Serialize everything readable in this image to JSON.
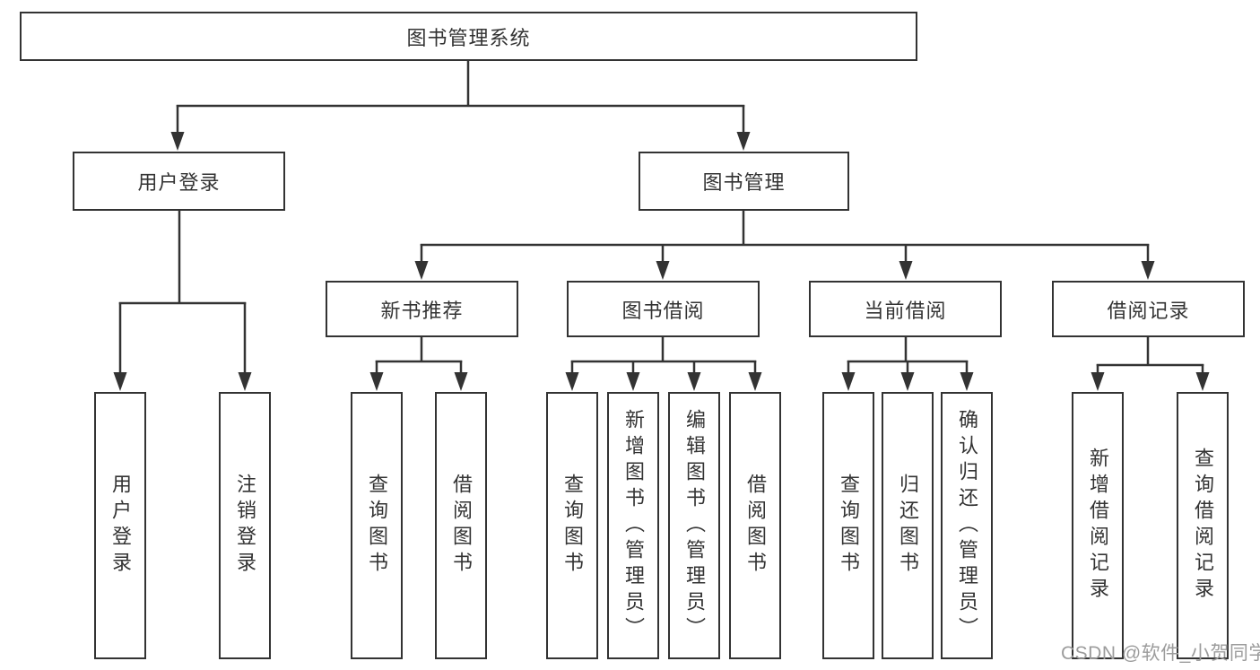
{
  "root": {
    "label": "图书管理系统"
  },
  "user_login_branch": {
    "label": "用户登录",
    "children": [
      {
        "label": "用户登录"
      },
      {
        "label": "注销登录"
      }
    ]
  },
  "book_mgmt_branch": {
    "label": "图书管理",
    "sections": [
      {
        "label": "新书推荐",
        "children": [
          {
            "label": "查询图书"
          },
          {
            "label": "借阅图书"
          }
        ]
      },
      {
        "label": "图书借阅",
        "children": [
          {
            "label": "查询图书"
          },
          {
            "label": "新增图书（管理员）"
          },
          {
            "label": "编辑图书（管理员）"
          },
          {
            "label": "借阅图书"
          }
        ]
      },
      {
        "label": "当前借阅",
        "children": [
          {
            "label": "查询图书"
          },
          {
            "label": "归还图书"
          },
          {
            "label": "确认归还（管理员）"
          }
        ]
      },
      {
        "label": "借阅记录",
        "children": [
          {
            "label": "新增借阅记录"
          },
          {
            "label": "查询借阅记录"
          }
        ]
      }
    ]
  },
  "watermark": {
    "text": "CSDN @软件_小贺同学"
  },
  "colors": {
    "line": "#333333",
    "box_border": "#333333",
    "text": "#333333",
    "watermark": "#9c9c9c",
    "background": "#ffffff"
  }
}
